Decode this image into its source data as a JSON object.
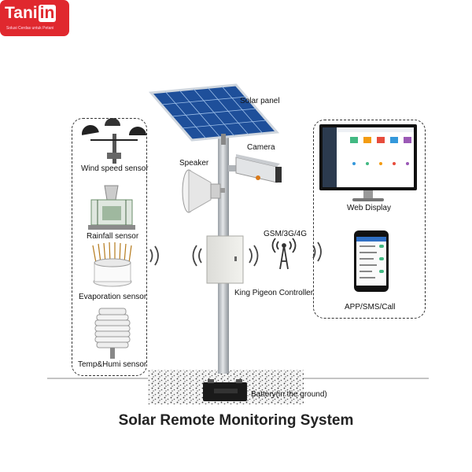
{
  "logo": {
    "brand_main": "Tani",
    "brand_box": "in",
    "tagline": "Solusi Cerdas untuk Petani"
  },
  "title": "Solar Remote Monitoring System",
  "labels": {
    "solar_panel": "Solar panel",
    "camera": "Camera",
    "speaker": "Speaker",
    "gsm": "GSM/3G/4G",
    "controller": "King Pigeon Controller",
    "battery": "Battery(in the ground)",
    "web_display": "Web Display",
    "app": "APP/SMS/Call"
  },
  "sensors": [
    "Wind speed sensor",
    "Rainfall sensor",
    "Evaporation sensor",
    "Temp&Humi sensor"
  ],
  "colors": {
    "brand_red": "#e0282e",
    "panel_blue": "#2f6fc4",
    "pole_gray": "#b9bdc2"
  }
}
